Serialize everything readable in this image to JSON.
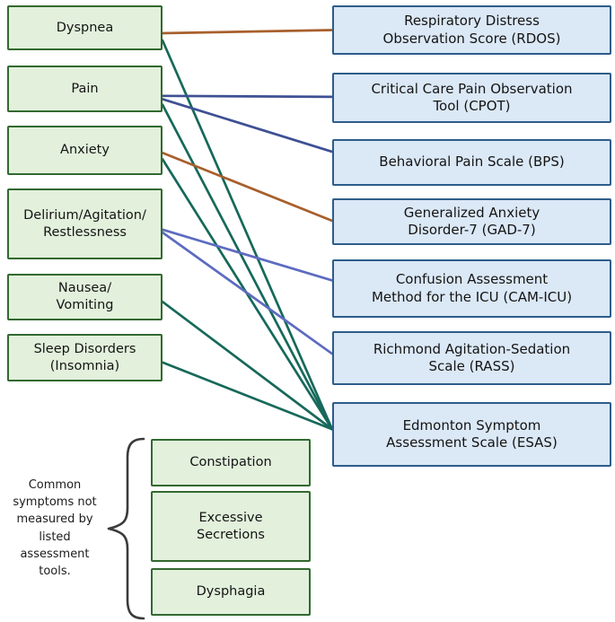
{
  "diagram": {
    "caption": "Common\nsymptoms not\nmeasured by\nlisted\nassessment\ntools.",
    "symptoms": [
      {
        "id": "dyspnea",
        "label": "Dyspnea"
      },
      {
        "id": "pain",
        "label": "Pain"
      },
      {
        "id": "anxiety",
        "label": "Anxiety"
      },
      {
        "id": "delirium",
        "label": "Delirium/Agitation/\nRestlessness"
      },
      {
        "id": "nausea",
        "label": "Nausea/\nVomiting"
      },
      {
        "id": "sleep",
        "label": "Sleep Disorders\n(Insomnia)"
      }
    ],
    "tools": [
      {
        "id": "rdos",
        "label": "Respiratory Distress\nObservation Score (RDOS)"
      },
      {
        "id": "cpot",
        "label": "Critical Care Pain Observation\nTool (CPOT)"
      },
      {
        "id": "bps",
        "label": "Behavioral Pain Scale (BPS)"
      },
      {
        "id": "gad7",
        "label": "Generalized Anxiety\nDisorder-7 (GAD-7)"
      },
      {
        "id": "camicu",
        "label": "Confusion Assessment\nMethod for the ICU (CAM-ICU)"
      },
      {
        "id": "rass",
        "label": "Richmond Agitation-Sedation\nScale (RASS)"
      },
      {
        "id": "esas",
        "label": "Edmonton Symptom\nAssessment Scale (ESAS)"
      }
    ],
    "unmeasured": [
      {
        "id": "constipation",
        "label": "Constipation"
      },
      {
        "id": "secretions",
        "label": "Excessive\nSecretions"
      },
      {
        "id": "dysphagia",
        "label": "Dysphagia"
      }
    ],
    "edges": [
      {
        "from": "dyspnea",
        "to": "rdos",
        "color": "orange",
        "fromFrac": 0.62,
        "toFrac": 0.5
      },
      {
        "from": "dyspnea",
        "to": "esas",
        "color": "teal",
        "fromFrac": 0.78,
        "toFrac": 0.42
      },
      {
        "from": "pain",
        "to": "cpot",
        "color": "navy",
        "fromFrac": 0.65,
        "toFrac": 0.48
      },
      {
        "from": "pain",
        "to": "bps",
        "color": "navy",
        "fromFrac": 0.72,
        "toFrac": 0.27
      },
      {
        "from": "pain",
        "to": "esas",
        "color": "teal",
        "fromFrac": 0.84,
        "toFrac": 0.42
      },
      {
        "from": "anxiety",
        "to": "gad7",
        "color": "orange",
        "fromFrac": 0.55,
        "toFrac": 0.48
      },
      {
        "from": "anxiety",
        "to": "esas",
        "color": "teal",
        "fromFrac": 0.68,
        "toFrac": 0.42
      },
      {
        "from": "delirium",
        "to": "camicu",
        "color": "periwinkle",
        "fromFrac": 0.58,
        "toFrac": 0.36
      },
      {
        "from": "delirium",
        "to": "rass",
        "color": "periwinkle",
        "fromFrac": 0.62,
        "toFrac": 0.42
      },
      {
        "from": "nausea",
        "to": "esas",
        "color": "teal",
        "fromFrac": 0.6,
        "toFrac": 0.42
      },
      {
        "from": "sleep",
        "to": "esas",
        "color": "teal",
        "fromFrac": 0.6,
        "toFrac": 0.42
      }
    ],
    "palette": {
      "orange": "#a85f2c",
      "teal": "#16695a",
      "navy": "#3e5094",
      "periwinkle": "#5d6bc0",
      "green_box_fill": "#e2f0dc",
      "green_box_border": "#326930",
      "blue_box_fill": "#dbe8f6",
      "blue_box_border": "#2d5d8b",
      "brace": "#3b3b3b"
    }
  }
}
